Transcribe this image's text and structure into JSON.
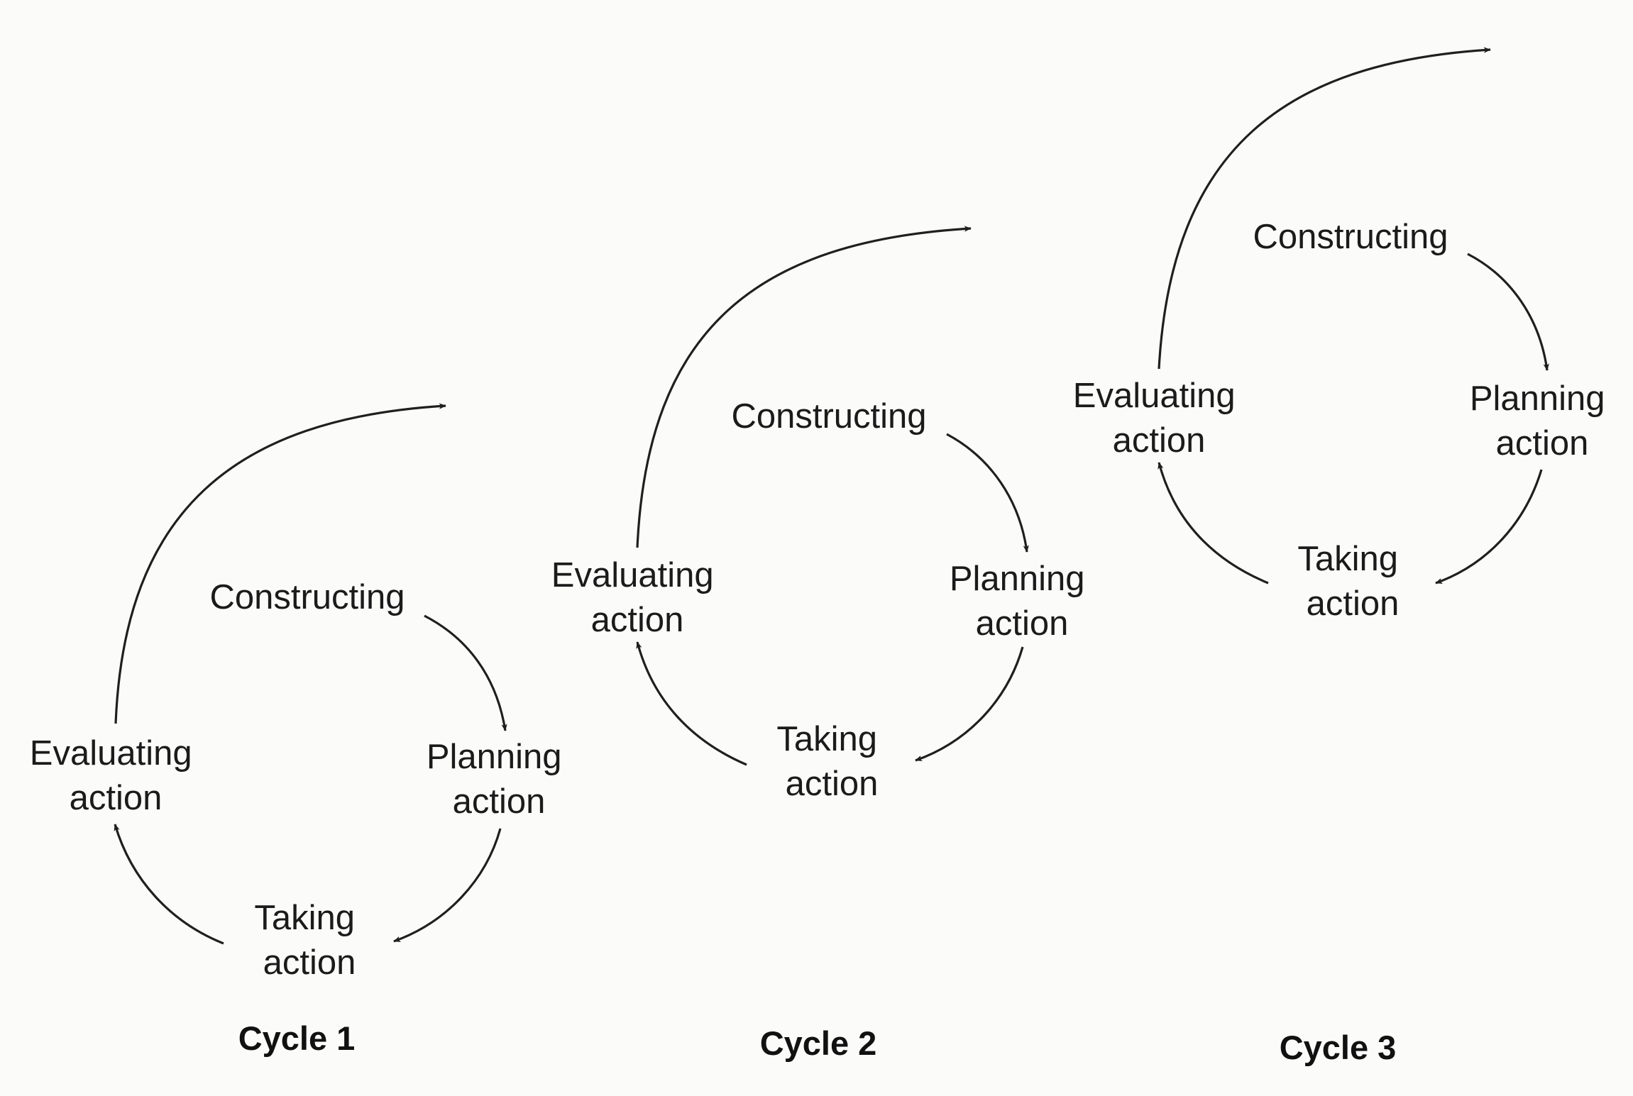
{
  "colors": {
    "background": "#fbfbfa",
    "ink": "#1f1f1f"
  },
  "cycles": [
    {
      "label": "Cycle 1",
      "stages": {
        "constructing": "Constructing",
        "planning": [
          "Planning",
          "action"
        ],
        "taking": [
          "Taking",
          "action"
        ],
        "evaluating": [
          "Evaluating",
          "action"
        ]
      }
    },
    {
      "label": "Cycle 2",
      "stages": {
        "constructing": "Constructing",
        "planning": [
          "Planning",
          "action"
        ],
        "taking": [
          "Taking",
          "action"
        ],
        "evaluating": [
          "Evaluating",
          "action"
        ]
      }
    },
    {
      "label": "Cycle 3",
      "stages": {
        "constructing": "Constructing",
        "planning": [
          "Planning",
          "action"
        ],
        "taking": [
          "Taking",
          "action"
        ],
        "evaluating": [
          "Evaluating",
          "action"
        ]
      }
    }
  ]
}
